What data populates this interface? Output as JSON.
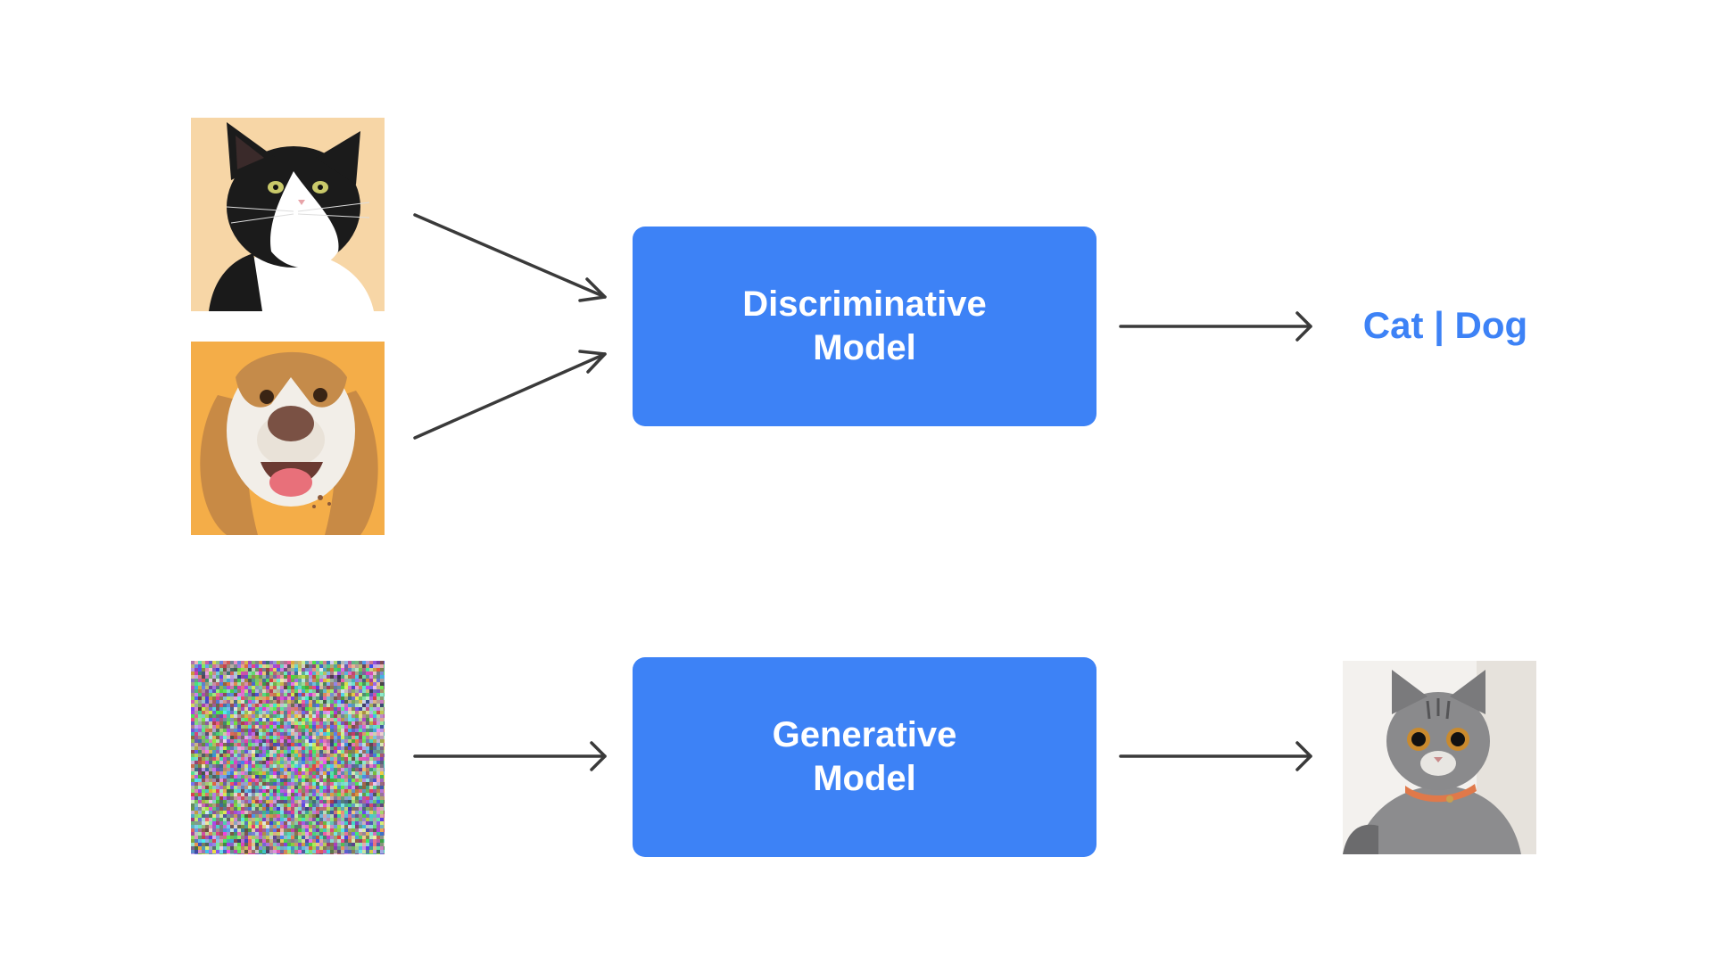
{
  "colors": {
    "model_box": "#3d82f6",
    "model_text": "#ffffff",
    "result_text": "#3d82f6",
    "arrow": "#3a3a3a"
  },
  "discriminative": {
    "inputs": [
      {
        "icon": "cat-photo-icon"
      },
      {
        "icon": "dog-photo-icon"
      }
    ],
    "model_label_line1": "Discriminative",
    "model_label_line2": "Model",
    "output_text": "Cat | Dog"
  },
  "generative": {
    "input": {
      "icon": "noise-image-icon"
    },
    "model_label_line1": "Generative",
    "model_label_line2": "Model",
    "output": {
      "icon": "generated-cat-photo-icon"
    }
  }
}
